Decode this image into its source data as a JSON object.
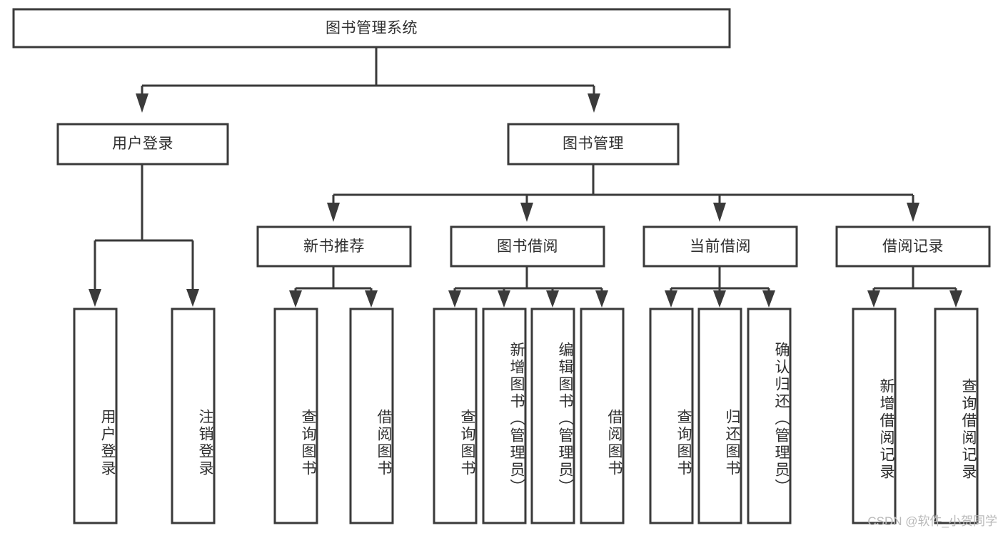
{
  "diagram": {
    "type": "tree-hierarchy",
    "title": "图书管理系统",
    "root": {
      "id": "root",
      "label": "图书管理系统",
      "orientation": "horizontal"
    },
    "level1": [
      {
        "id": "user-login",
        "label": "用户登录",
        "orientation": "horizontal"
      },
      {
        "id": "book-management",
        "label": "图书管理",
        "orientation": "horizontal"
      }
    ],
    "level2": [
      {
        "id": "new-book-recommend",
        "label": "新书推荐",
        "parent": "book-management",
        "orientation": "horizontal"
      },
      {
        "id": "book-borrow",
        "label": "图书借阅",
        "parent": "book-management",
        "orientation": "horizontal"
      },
      {
        "id": "current-borrow",
        "label": "当前借阅",
        "parent": "book-management",
        "orientation": "horizontal"
      },
      {
        "id": "borrow-record",
        "label": "借阅记录",
        "parent": "book-management",
        "orientation": "horizontal"
      }
    ],
    "leaves": [
      {
        "id": "leaf-user-login",
        "label": "用户登录",
        "parent": "user-login",
        "orientation": "vertical"
      },
      {
        "id": "leaf-logout-login",
        "label": "注销登录",
        "parent": "user-login",
        "orientation": "vertical"
      },
      {
        "id": "leaf-query-book-1",
        "label": "查询图书",
        "parent": "new-book-recommend",
        "orientation": "vertical"
      },
      {
        "id": "leaf-borrow-book-1",
        "label": "借阅图书",
        "parent": "new-book-recommend",
        "orientation": "vertical"
      },
      {
        "id": "leaf-query-book-2",
        "label": "查询图书",
        "parent": "book-borrow",
        "orientation": "vertical"
      },
      {
        "id": "leaf-add-book",
        "label": "新增图书（管理员）",
        "parent": "book-borrow",
        "orientation": "vertical"
      },
      {
        "id": "leaf-edit-book",
        "label": "编辑图书（管理员）",
        "parent": "book-borrow",
        "orientation": "vertical"
      },
      {
        "id": "leaf-borrow-book-2",
        "label": "借阅图书",
        "parent": "book-borrow",
        "orientation": "vertical"
      },
      {
        "id": "leaf-query-book-3",
        "label": "查询图书",
        "parent": "current-borrow",
        "orientation": "vertical"
      },
      {
        "id": "leaf-return-book",
        "label": "归还图书",
        "parent": "current-borrow",
        "orientation": "vertical"
      },
      {
        "id": "leaf-confirm-return",
        "label": "确认归还（管理员）",
        "parent": "current-borrow",
        "orientation": "vertical"
      },
      {
        "id": "leaf-add-record",
        "label": "新增借阅记录",
        "parent": "borrow-record",
        "orientation": "vertical"
      },
      {
        "id": "leaf-query-record",
        "label": "查询借阅记录",
        "parent": "borrow-record",
        "orientation": "vertical"
      }
    ],
    "watermark": "CSDN @软件_小贺同学",
    "colors": {
      "stroke": "#3a3a3a",
      "fill": "#ffffff",
      "text": "#2f2f2f",
      "watermark": "#b9b9b9",
      "background": "#ffffff"
    }
  }
}
